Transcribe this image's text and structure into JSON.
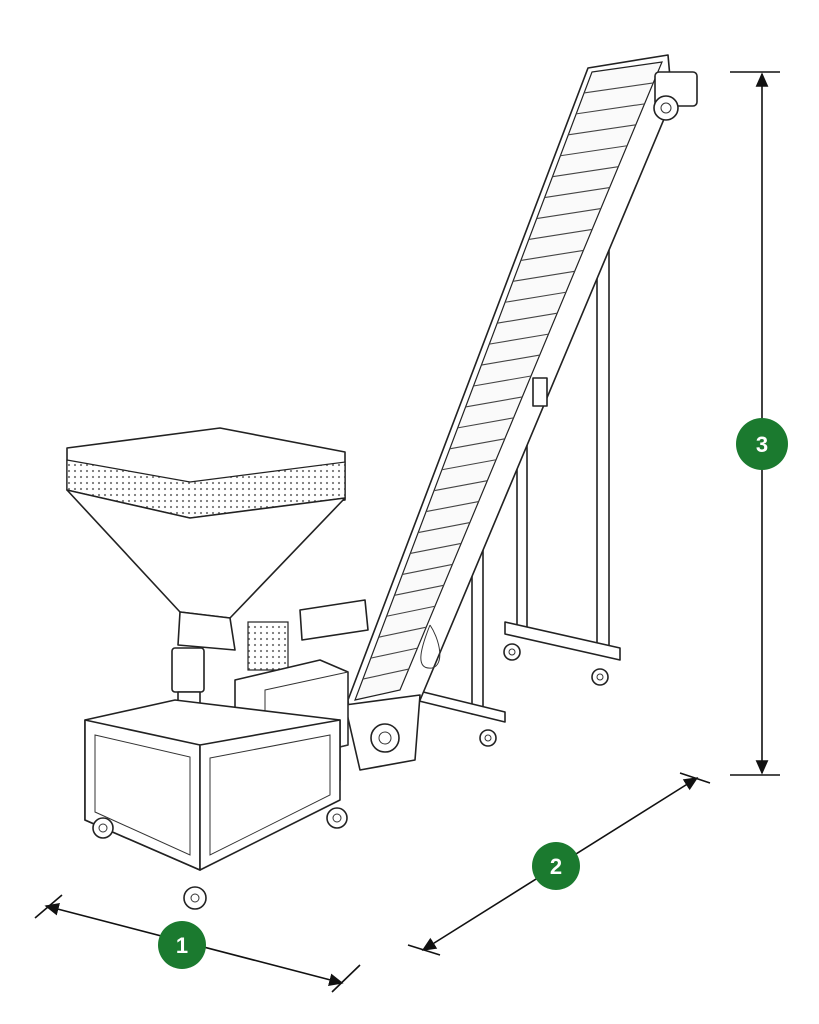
{
  "diagram": {
    "dimension_markers": [
      {
        "id": "width",
        "label": "1"
      },
      {
        "id": "length",
        "label": "2"
      },
      {
        "id": "height",
        "label": "3"
      }
    ],
    "colors": {
      "badge": "#1b7a2f",
      "line": "#111111",
      "background": "#ffffff"
    }
  }
}
